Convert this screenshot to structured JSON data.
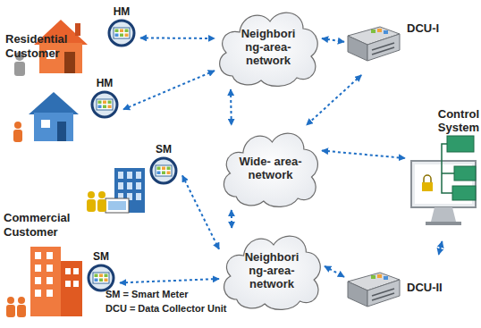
{
  "diagram": {
    "nodes": [
      {
        "text": [
          "HM"
        ]
      },
      {
        "text": [
          "Neighbori ng-area- network"
        ]
      },
      {
        "text": [
          "DCU-I"
        ]
      },
      {
        "text": [
          "Control System"
        ]
      },
      {
        "text": [
          "HM"
        ]
      },
      {
        "text": [
          "Wide- area- network"
        ]
      },
      {
        "text": [
          "SM"
        ]
      },
      {
        "text": [
          "Neighbori ng-area- network"
        ]
      },
      {
        "text": [
          "SM"
        ]
      },
      {
        "text": [
          "DCU-II"
        ]
      }
    ],
    "edges": [
      {
        "from": 0,
        "to": 1,
        "arrow": "both"
      },
      {
        "from": 4,
        "to": 1,
        "arrow": "both"
      },
      {
        "from": 1,
        "to": 2,
        "arrow": "both"
      },
      {
        "from": 1,
        "to": 5,
        "arrow": "both"
      },
      {
        "from": 2,
        "to": 5,
        "arrow": "both"
      },
      {
        "from": 5,
        "to": 3,
        "arrow": "both"
      },
      {
        "from": 5,
        "to": 7,
        "arrow": "both"
      },
      {
        "from": 6,
        "to": 7,
        "arrow": "both"
      },
      {
        "from": 8,
        "to": 7,
        "arrow": "both"
      },
      {
        "from": 7,
        "to": 9,
        "arrow": "both"
      },
      {
        "from": 3,
        "to": 9,
        "arrow": "both"
      }
    ],
    "labels": [
      "Residential Customer",
      "Commercial Customer",
      "SM = Smart Meter",
      "DCU = Data Collector Unit"
    ]
  }
}
